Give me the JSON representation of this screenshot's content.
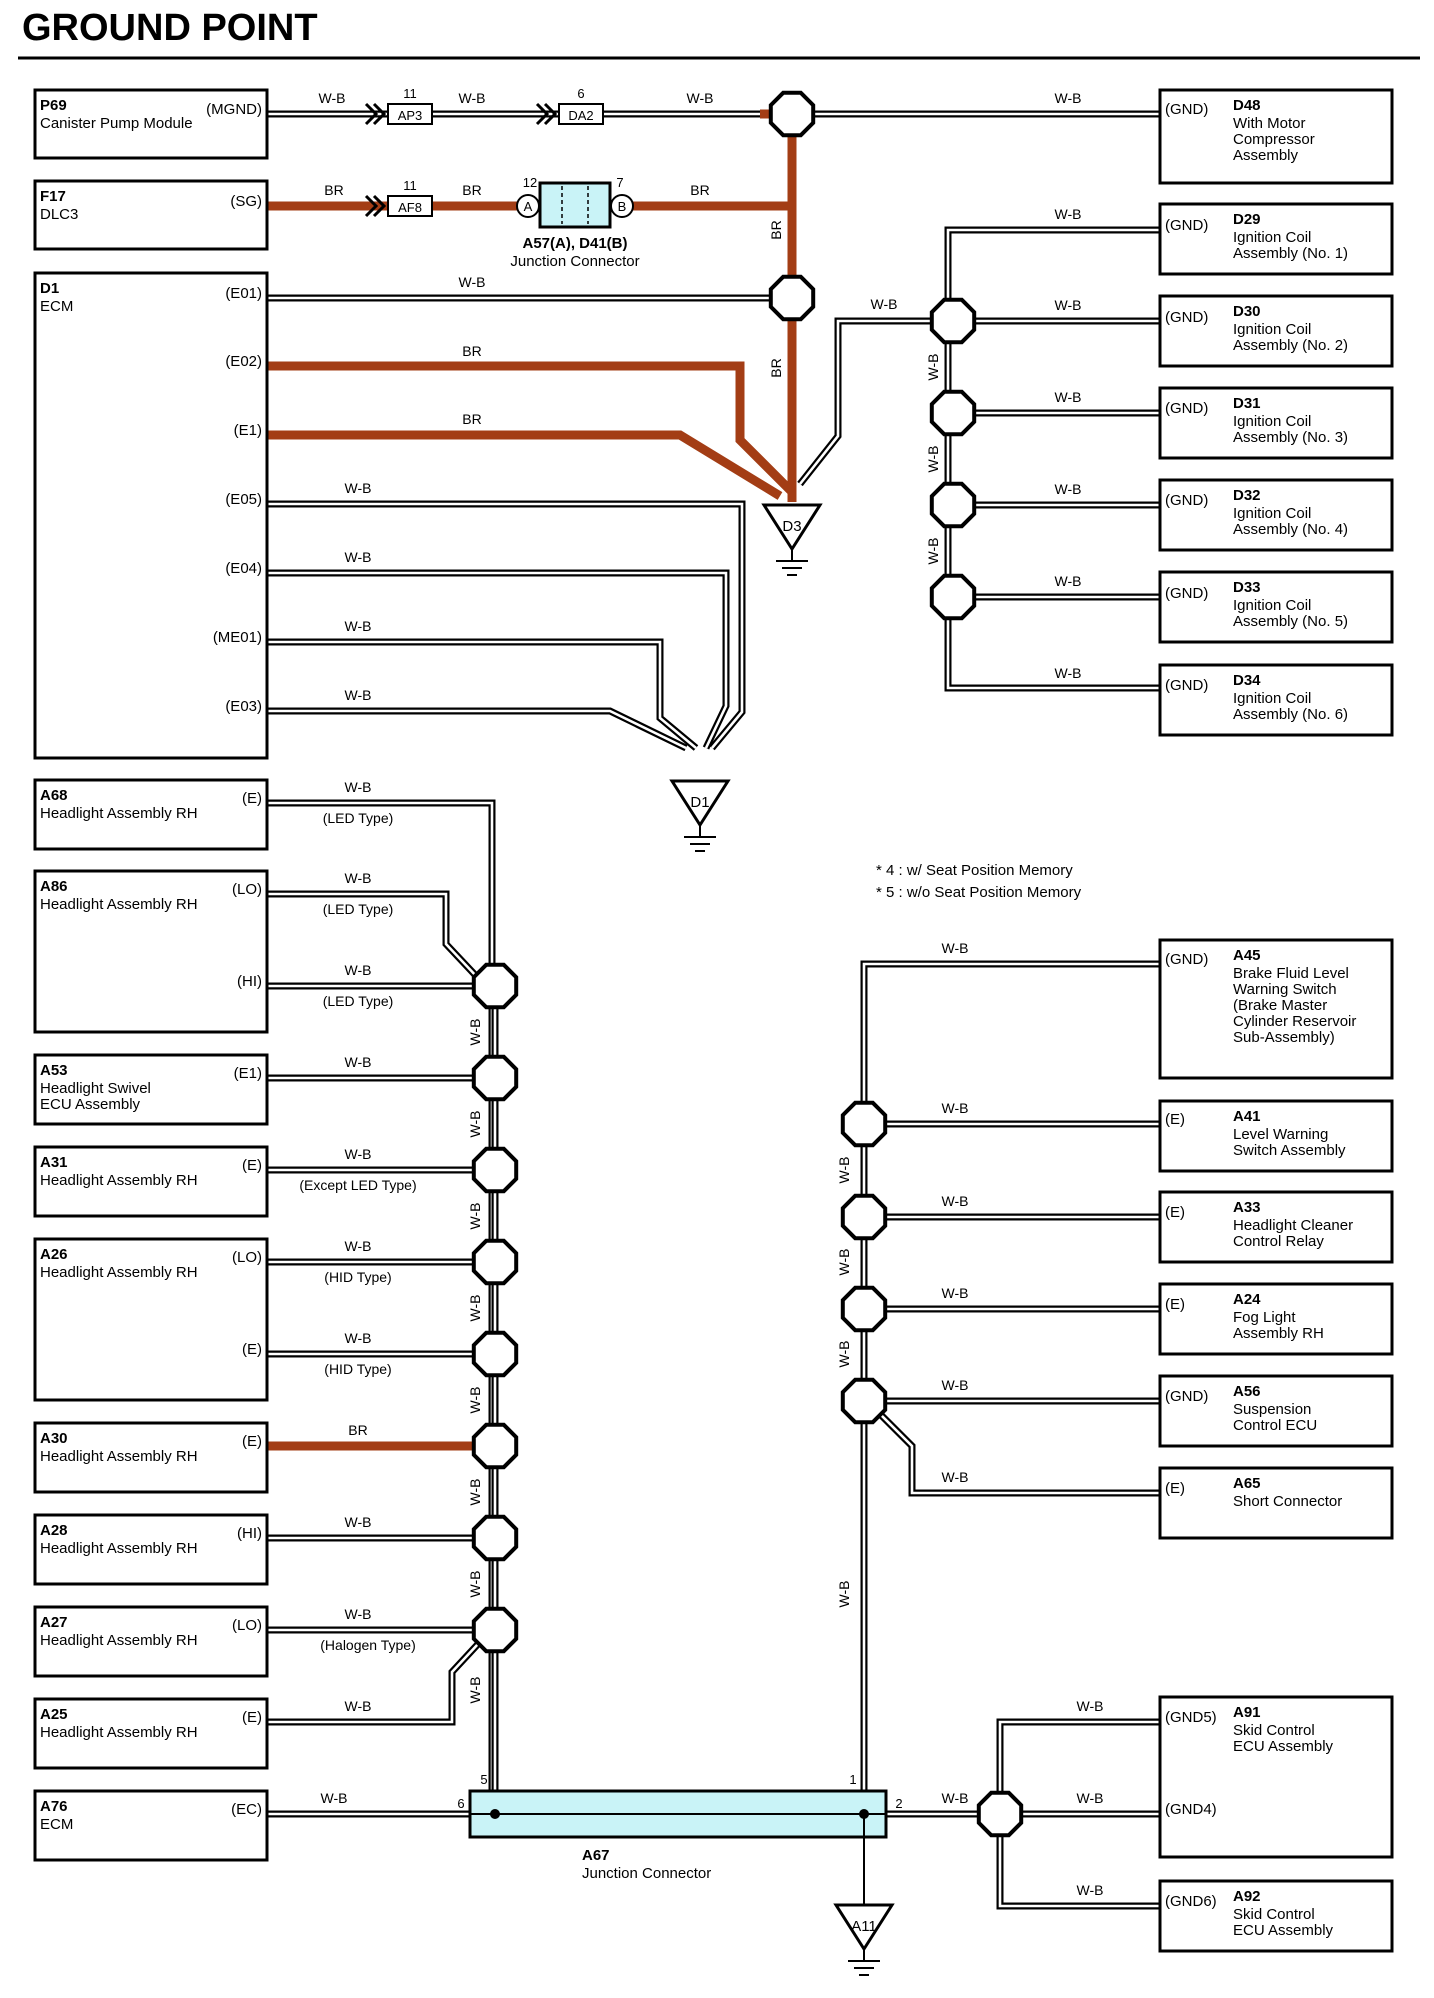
{
  "title": "GROUND POINT",
  "wire_colors": {
    "W-B": "#ffffff",
    "BR": "#a33d15"
  },
  "accent": {
    "junction_fill": "#c9f3f7",
    "line": "#000000"
  },
  "left_components": [
    {
      "id": "P69",
      "name": [
        "Canister Pump Module"
      ],
      "pins": [
        "(MGND)"
      ]
    },
    {
      "id": "F17",
      "name": [
        "DLC3"
      ],
      "pins": [
        "(SG)"
      ]
    },
    {
      "id": "D1",
      "name": [
        "ECM"
      ],
      "pins": [
        "(E01)",
        "(E02)",
        "(E1)",
        "(E05)",
        "(E04)",
        "(ME01)",
        "(E03)"
      ]
    },
    {
      "id": "A68",
      "name": [
        "Headlight Assembly RH"
      ],
      "pins": [
        "(E)"
      ]
    },
    {
      "id": "A86",
      "name": [
        "Headlight Assembly RH"
      ],
      "pins": [
        "(LO)",
        "(HI)"
      ]
    },
    {
      "id": "A53",
      "name": [
        "Headlight Swivel",
        "ECU Assembly"
      ],
      "pins": [
        "(E1)"
      ]
    },
    {
      "id": "A31",
      "name": [
        "Headlight Assembly RH"
      ],
      "pins": [
        "(E)"
      ]
    },
    {
      "id": "A26",
      "name": [
        "Headlight Assembly RH"
      ],
      "pins": [
        "(LO)",
        "(E)"
      ]
    },
    {
      "id": "A30",
      "name": [
        "Headlight Assembly RH"
      ],
      "pins": [
        "(E)"
      ]
    },
    {
      "id": "A28",
      "name": [
        "Headlight Assembly RH"
      ],
      "pins": [
        "(HI)"
      ]
    },
    {
      "id": "A27",
      "name": [
        "Headlight Assembly RH"
      ],
      "pins": [
        "(LO)"
      ]
    },
    {
      "id": "A25",
      "name": [
        "Headlight Assembly RH"
      ],
      "pins": [
        "(E)"
      ]
    },
    {
      "id": "A76",
      "name": [
        "ECM"
      ],
      "pins": [
        "(EC)"
      ]
    }
  ],
  "right_components": [
    {
      "id": "D48",
      "name": [
        "With Motor",
        "Compressor",
        "Assembly"
      ],
      "pins": [
        "(GND)"
      ]
    },
    {
      "id": "D29",
      "name": [
        "Ignition Coil",
        "Assembly (No. 1)"
      ],
      "pins": [
        "(GND)"
      ]
    },
    {
      "id": "D30",
      "name": [
        "Ignition Coil",
        "Assembly (No. 2)"
      ],
      "pins": [
        "(GND)"
      ]
    },
    {
      "id": "D31",
      "name": [
        "Ignition Coil",
        "Assembly (No. 3)"
      ],
      "pins": [
        "(GND)"
      ]
    },
    {
      "id": "D32",
      "name": [
        "Ignition Coil",
        "Assembly (No. 4)"
      ],
      "pins": [
        "(GND)"
      ]
    },
    {
      "id": "D33",
      "name": [
        "Ignition Coil",
        "Assembly (No. 5)"
      ],
      "pins": [
        "(GND)"
      ]
    },
    {
      "id": "D34",
      "name": [
        "Ignition Coil",
        "Assembly (No. 6)"
      ],
      "pins": [
        "(GND)"
      ]
    },
    {
      "id": "A45",
      "name": [
        "Brake Fluid Level",
        "Warning Switch",
        "(Brake Master",
        " Cylinder Reservoir",
        " Sub-Assembly)"
      ],
      "pins": [
        "(GND)"
      ]
    },
    {
      "id": "A41",
      "name": [
        "Level Warning",
        "Switch Assembly"
      ],
      "pins": [
        "(E)"
      ]
    },
    {
      "id": "A33",
      "name": [
        "Headlight Cleaner",
        "Control Relay"
      ],
      "pins": [
        "(E)"
      ]
    },
    {
      "id": "A24",
      "name": [
        "Fog Light",
        "Assembly RH"
      ],
      "pins": [
        "(E)"
      ]
    },
    {
      "id": "A56",
      "name": [
        "Suspension",
        "Control ECU"
      ],
      "pins": [
        "(GND)"
      ]
    },
    {
      "id": "A65",
      "name": [
        "Short Connector"
      ],
      "pins": [
        "(E)"
      ]
    },
    {
      "id": "A91",
      "name": [
        "Skid Control",
        "ECU Assembly"
      ],
      "pins": [
        "(GND5)",
        "(GND4)"
      ]
    },
    {
      "id": "A92",
      "name": [
        "Skid Control",
        "ECU Assembly"
      ],
      "pins": [
        "(GND6)"
      ]
    }
  ],
  "inline_connectors": {
    "AP3": {
      "label": "AP3",
      "pin": "11"
    },
    "DA2": {
      "label": "DA2",
      "pin": "6"
    },
    "AF8": {
      "label": "AF8",
      "pin": "11"
    }
  },
  "junction_a57": {
    "label": "A57(A), D41(B)",
    "name": "Junction Connector",
    "pin_a": "12",
    "pin_b": "7",
    "side_a": "A",
    "side_b": "B"
  },
  "junction_a67": {
    "label": "A67",
    "name": "Junction Connector",
    "pins": [
      "5",
      "6",
      "1",
      "2"
    ]
  },
  "grounds": [
    "D3",
    "D1",
    "A11"
  ],
  "wire_labels": {
    "wb": "W-B",
    "br": "BR"
  },
  "type_notes": {
    "led": "(LED Type)",
    "except_led": "(Except LED Type)",
    "hid": "(HID Type)",
    "halogen": "(Halogen Type)"
  },
  "notes": [
    "* 4 : w/ Seat Position Memory",
    "* 5 : w/o Seat Position Memory"
  ]
}
